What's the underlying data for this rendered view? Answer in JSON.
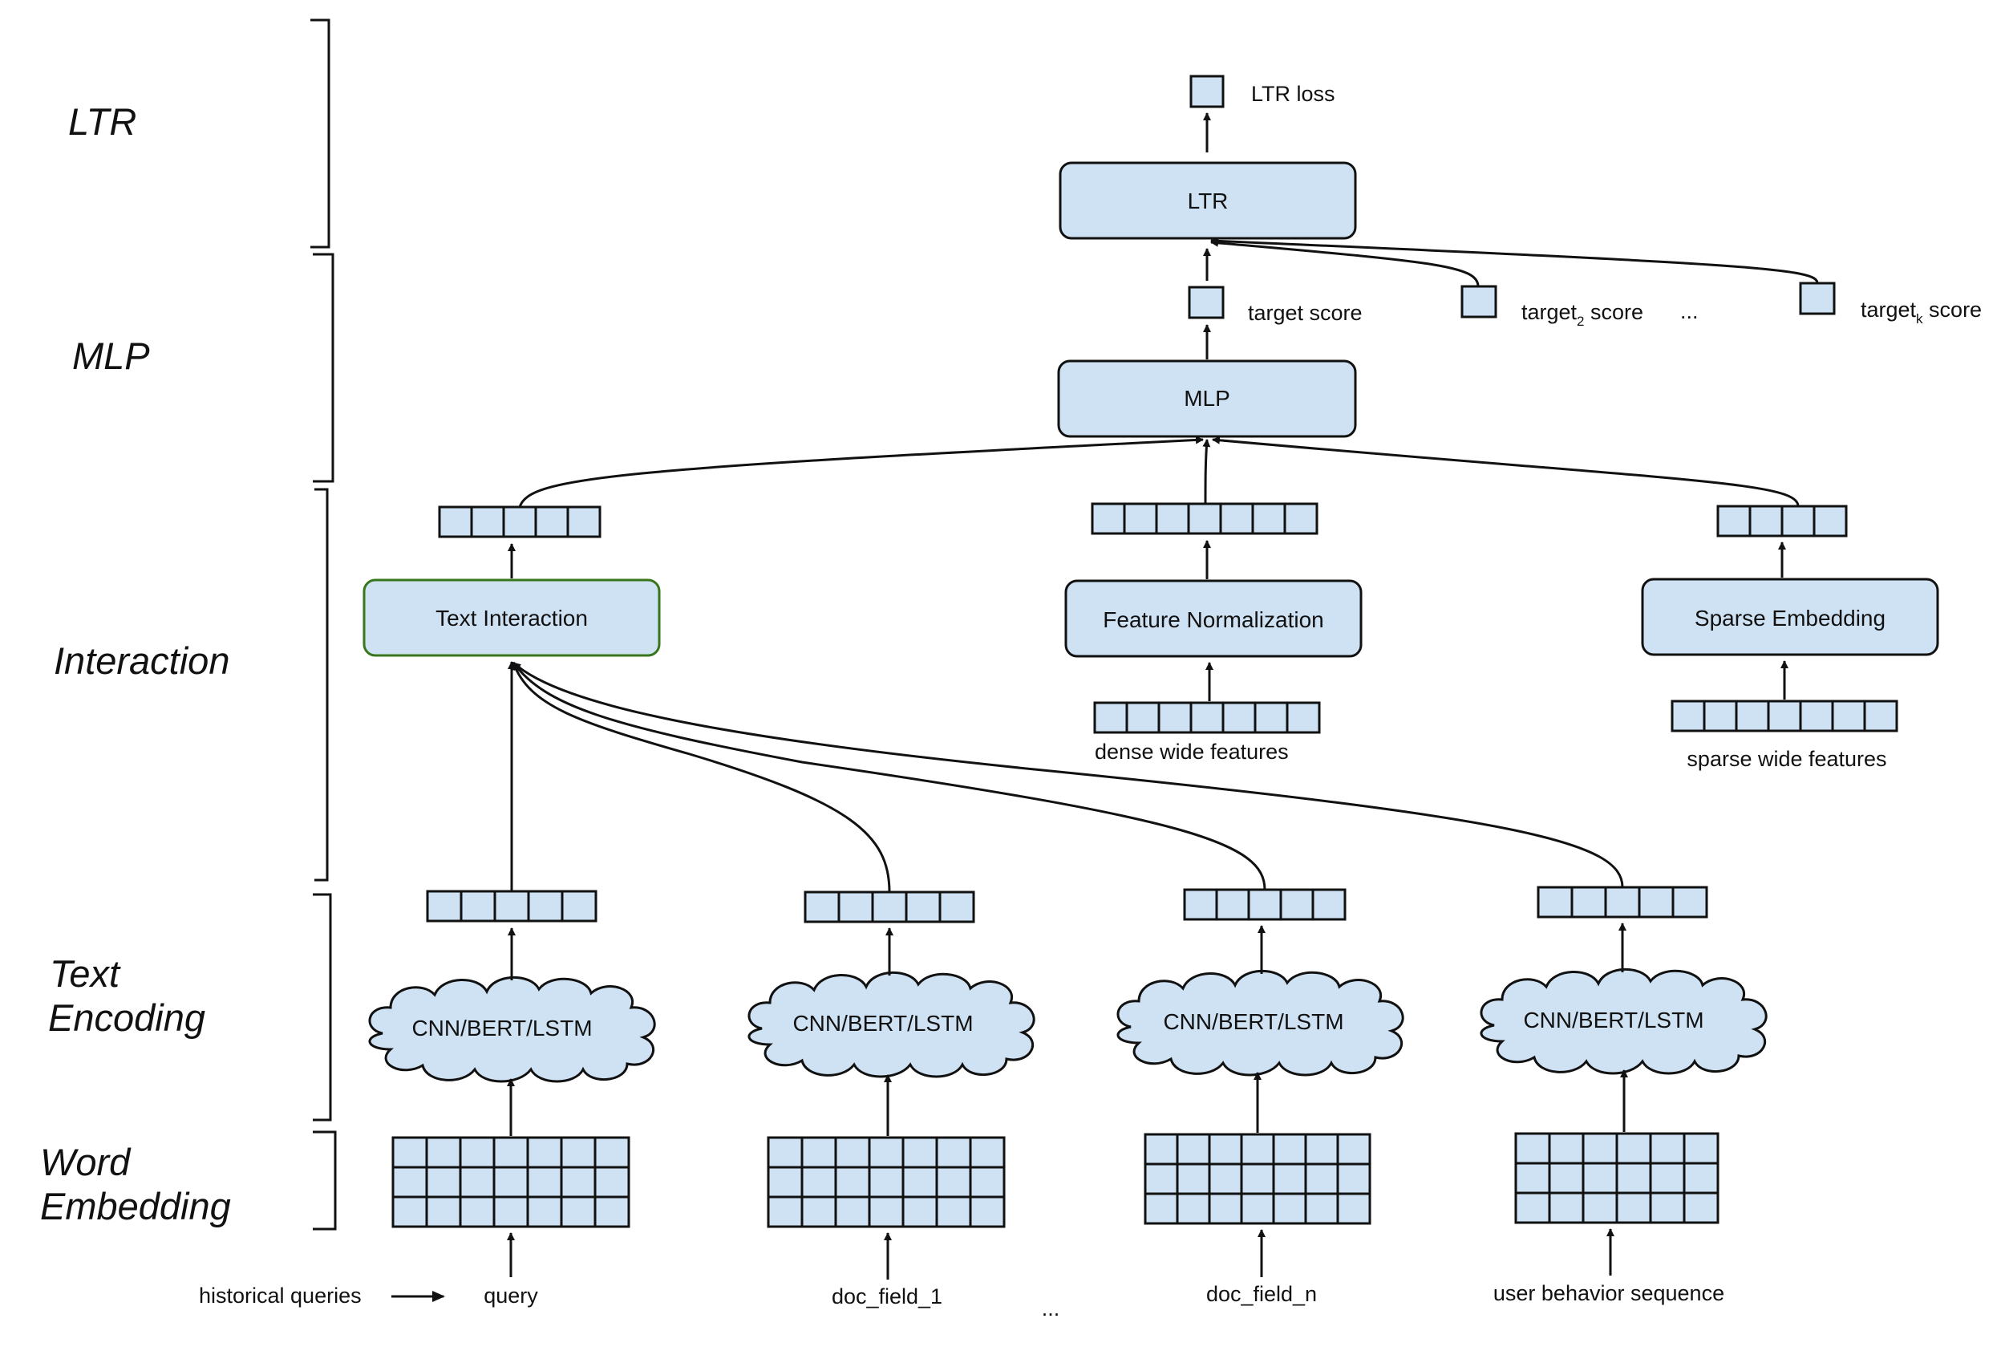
{
  "layers": {
    "ltr": "LTR",
    "mlp": "MLP",
    "interaction": "Interaction",
    "text_encoding_1": "Text",
    "text_encoding_2": "Encoding",
    "word_embedding_1": "Word",
    "word_embedding_2": "Embedding"
  },
  "boxes": {
    "ltr": "LTR",
    "mlp": "MLP",
    "text_interaction": "Text Interaction",
    "feature_normalization": "Feature Normalization",
    "sparse_embedding": "Sparse Embedding"
  },
  "encoders": [
    "CNN/BERT/LSTM",
    "CNN/BERT/LSTM",
    "CNN/BERT/LSTM",
    "CNN/BERT/LSTM"
  ],
  "outputs": {
    "ltr_loss": "LTR loss",
    "target_score": "target score",
    "target2_prefix": "target",
    "target2_sub": "2",
    "target2_suffix": " score",
    "targetk_prefix": "target",
    "targetk_sub": "k",
    "targetk_suffix": " score",
    "ellipsis": "..."
  },
  "features": {
    "dense": "dense wide features",
    "sparse": "sparse wide features"
  },
  "inputs": {
    "historical": "historical queries",
    "query": "query",
    "doc_field_1": "doc_field_1",
    "ellipsis": "...",
    "doc_field_n": "doc_field_n",
    "user_behavior": "user behavior sequence"
  },
  "colors": {
    "fill": "#cfe2f3",
    "stroke": "#111111",
    "text_interaction_border": "#38761d"
  }
}
